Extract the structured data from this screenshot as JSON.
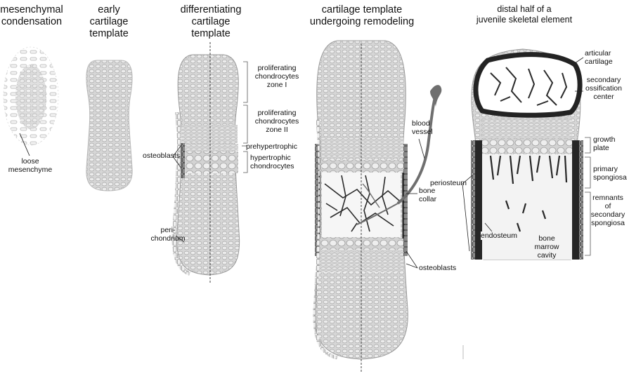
{
  "stages": [
    {
      "title": "mesenchymal\ncondensation"
    },
    {
      "title": "early\ncartilage\ntemplate"
    },
    {
      "title": "differentiating\ncartilage\ntemplate"
    },
    {
      "title": "cartilage template\nundergoing remodeling"
    },
    {
      "title": "distal half of a\njuvenile skeletal element"
    }
  ],
  "labels": {
    "loose_mesenchyme": "loose\nmesenchyme",
    "osteoblasts_left": "osteoblasts",
    "perichondrium": "peri-\nchondrium",
    "proliferating_zone_1": "proliferating\nchondrocytes\nzone I",
    "proliferating_zone_2": "proliferating\nchondrocytes\nzone II",
    "prehypertrophic": "prehypertrophic",
    "hypertrophic": "hypertrophic\nchondrocytes",
    "blood_vessel": "blood\nvessel",
    "bone_collar": "bone\ncollar",
    "osteoblasts_right": "osteoblasts",
    "articular_cartilage": "articular\ncartilage",
    "secondary_ossification_center": "secondary\nossification\ncenter",
    "growth_plate": "growth\nplate",
    "primary_spongiosa": "primary\nspongiosa",
    "remnants_secondary_spongiosa": "remnants\nof\nsecondary\nspongiosa",
    "periosteum": "periosteum",
    "endosteum": "endosteum",
    "bone_marrow_cavity": "bone\nmarrow\ncavity"
  },
  "colors": {
    "cartilage_fill": "#d9d9d9",
    "cell_fill": "#ebebeb",
    "cell_stroke": "#a8a8a8",
    "bone": "#2e2e2e",
    "vessel": "#6e6e6e",
    "marrow": "#f4f4f4"
  }
}
